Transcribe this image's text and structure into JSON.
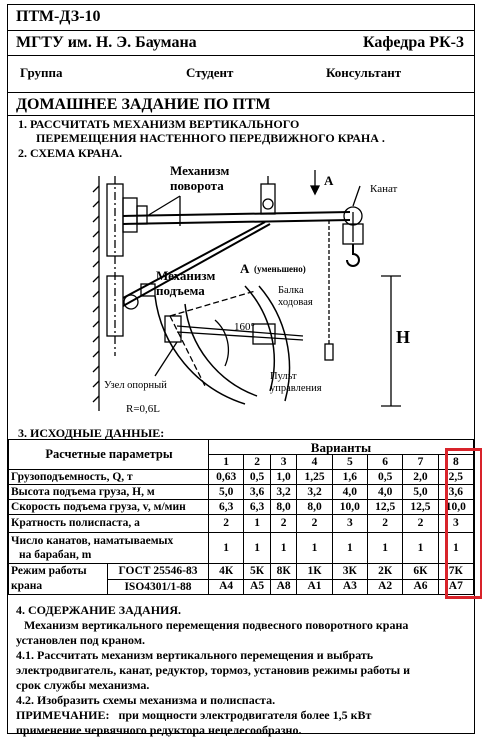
{
  "header": {
    "code": "ПТМ-ДЗ-10",
    "university": "МГТУ им. Н. Э. Баумана",
    "department": "Кафедра РК-3",
    "group_label": "Группа",
    "student_label": "Студент",
    "consultant_label": "Консультант",
    "title": "ДОМАШНЕЕ ЗАДАНИЕ ПО ПТМ"
  },
  "task": {
    "line1": "1. РАССЧИТАТЬ МЕХАНИЗМ ВЕРТИКАЛЬНОГО",
    "line2": "ПЕРЕМЕЩЕНИЯ НАСТЕННОГО   ПЕРЕДВИЖНОГО КРАНА .",
    "scheme": "2. СХЕМА КРАНА."
  },
  "scheme_labels": {
    "rotation_mech_1": "Механизм",
    "rotation_mech_2": "поворота",
    "view_a": "А",
    "rope": "Канат",
    "view_a_reduced": "А",
    "reduced": "(уменьшено)",
    "lift_mech_1": "Механизм",
    "lift_mech_2": "подъема",
    "beam_1": "Балка",
    "beam_2": "ходовая",
    "angle": "160°",
    "height": "Н",
    "pendant_1": "Пульт",
    "pendant_2": "управления",
    "support": "Узел опорный",
    "radius": "R=0,6L"
  },
  "initial": {
    "title": "3. ИСХОДНЫЕ ДАННЫЕ:",
    "param_header": "Расчетные параметры",
    "variants_header": "Варианты",
    "variants": [
      "1",
      "2",
      "3",
      "4",
      "5",
      "6",
      "7",
      "8"
    ],
    "rows": [
      {
        "label": "Грузоподъемность, Q, т",
        "values": [
          "0,63",
          "0,5",
          "1,0",
          "1,25",
          "1,6",
          "0,5",
          "2,0",
          "2,5"
        ]
      },
      {
        "label": "Высота подъема груза, Н, м",
        "values": [
          "5,0",
          "3,6",
          "3,2",
          "3,2",
          "4,0",
          "4,0",
          "5,0",
          "3,6"
        ]
      },
      {
        "label": "Скорость подъема груза, v, м/мин",
        "values": [
          "6,3",
          "6,3",
          "8,0",
          "8,0",
          "10,0",
          "12,5",
          "12,5",
          "10,0"
        ]
      },
      {
        "label": "Кратность полиспаста, а",
        "values": [
          "2",
          "1",
          "2",
          "2",
          "3",
          "2",
          "2",
          "3"
        ]
      },
      {
        "label1": "Число канатов, наматываемых",
        "label2": "на барабан, m",
        "values": [
          "1",
          "1",
          "1",
          "1",
          "1",
          "1",
          "1",
          "1"
        ]
      }
    ],
    "mode": {
      "label1": "Режим работы",
      "label2": "крана",
      "std1": "ГОСТ 25546-83",
      "std2": "ISO4301/1-88",
      "values1": [
        "4К",
        "5К",
        "8К",
        "1К",
        "3К",
        "2К",
        "6К",
        "7К"
      ],
      "values2": [
        "А4",
        "А5",
        "А8",
        "А1",
        "А3",
        "А2",
        "А6",
        "А7"
      ]
    }
  },
  "content": {
    "title": "4. СОДЕРЖАНИЕ ЗАДАНИЯ.",
    "p1a": "Механизм вертикального перемещения подвесного поворотного крана",
    "p1b": "установлен  под краном.",
    "p2a": "4.1. Рассчитать механизм вертикального перемещения и выбрать",
    "p2b": "электродвигатель, канат, редуктор, тормоз, установив режимы работы и",
    "p2c": "срок службы механизма.",
    "p3": "4.2. Изобразить схемы механизма и полиспаста.",
    "note_label": "ПРИМЕЧАНИЕ:",
    "note_a": "при мощности электродвигателя более 1,5 кВт",
    "note_b": "применение червячного редуктора нецелесообразно."
  },
  "colors": {
    "highlight": "#d8232a",
    "ink": "#000000"
  }
}
